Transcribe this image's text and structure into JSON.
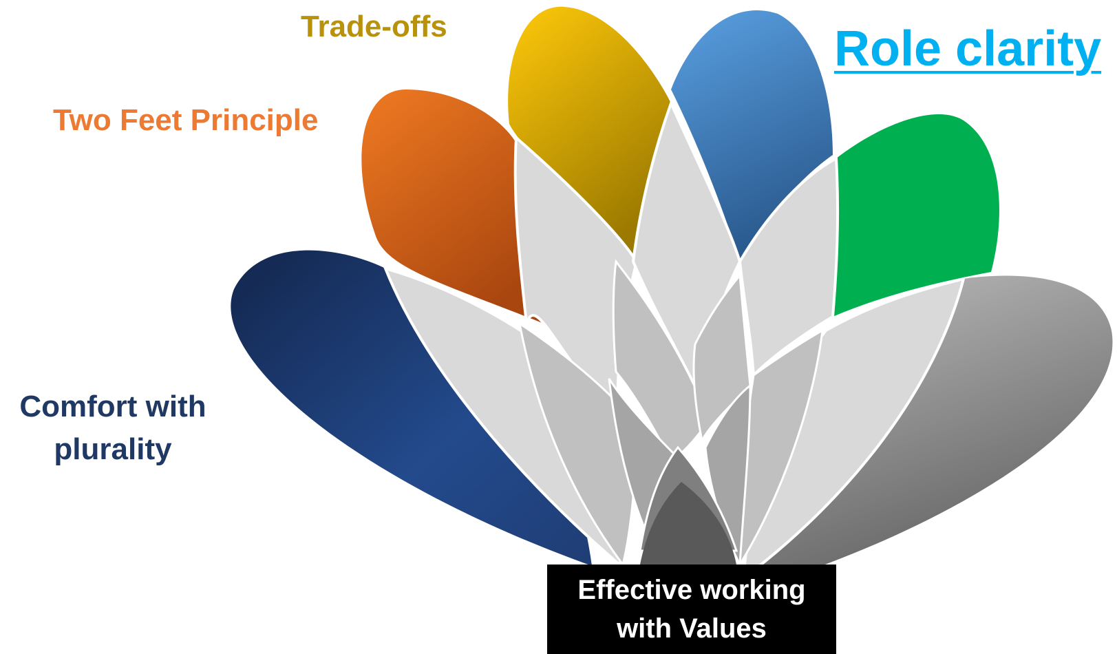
{
  "labels": {
    "trade_offs": "Trade-offs",
    "two_feet": "Two Feet Principle",
    "comfort_line1": "Comfort with",
    "comfort_line2": "plurality",
    "role_clarity": "Role clarity"
  },
  "center": {
    "line1": "Effective working",
    "line2": "with Values"
  },
  "colors": {
    "navy": "#1f3b73",
    "orange": "#e07020",
    "gold": "#c49a06",
    "blue": "#4a8fd0",
    "green": "#00b050",
    "gray": "#8c8c8c",
    "overlap": "#d9d9d9",
    "role_clarity_link": "#00b0f0"
  }
}
